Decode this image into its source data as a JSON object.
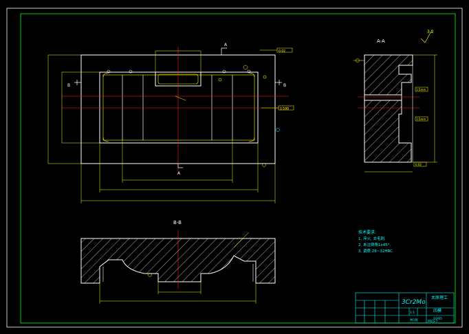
{
  "colors": {
    "background": "#000000",
    "frame": "#00ff00",
    "outline": "#ffffff",
    "dimension": "#ffff00",
    "centerline": "#ff2020",
    "hatch": "#ffffff",
    "titleblock": "#00ffff"
  },
  "plan_view": {
    "section_marks": [
      "A",
      "A",
      "B",
      "B"
    ],
    "callouts": [
      "0.02",
      "1:100"
    ]
  },
  "section_aa": {
    "title": "A-A",
    "roughness": "3.2",
    "callouts": [
      "1:5mm",
      "1:5mm",
      "0.02"
    ]
  },
  "section_bb": {
    "title": "B-B"
  },
  "tech_requirements": {
    "heading": "技术要求:",
    "items": [
      "1. 淬火, 去毛刺.",
      "2. 未注倒角1x45°.",
      "3. 调质 28~32HRC."
    ]
  },
  "title_block": {
    "material": "3Cr2Mo",
    "school": "太原理工",
    "part_name": "凹模",
    "drawing_no": "10/05",
    "scale": "1:1",
    "sheet": "共1张",
    "code": "PRES-7"
  }
}
